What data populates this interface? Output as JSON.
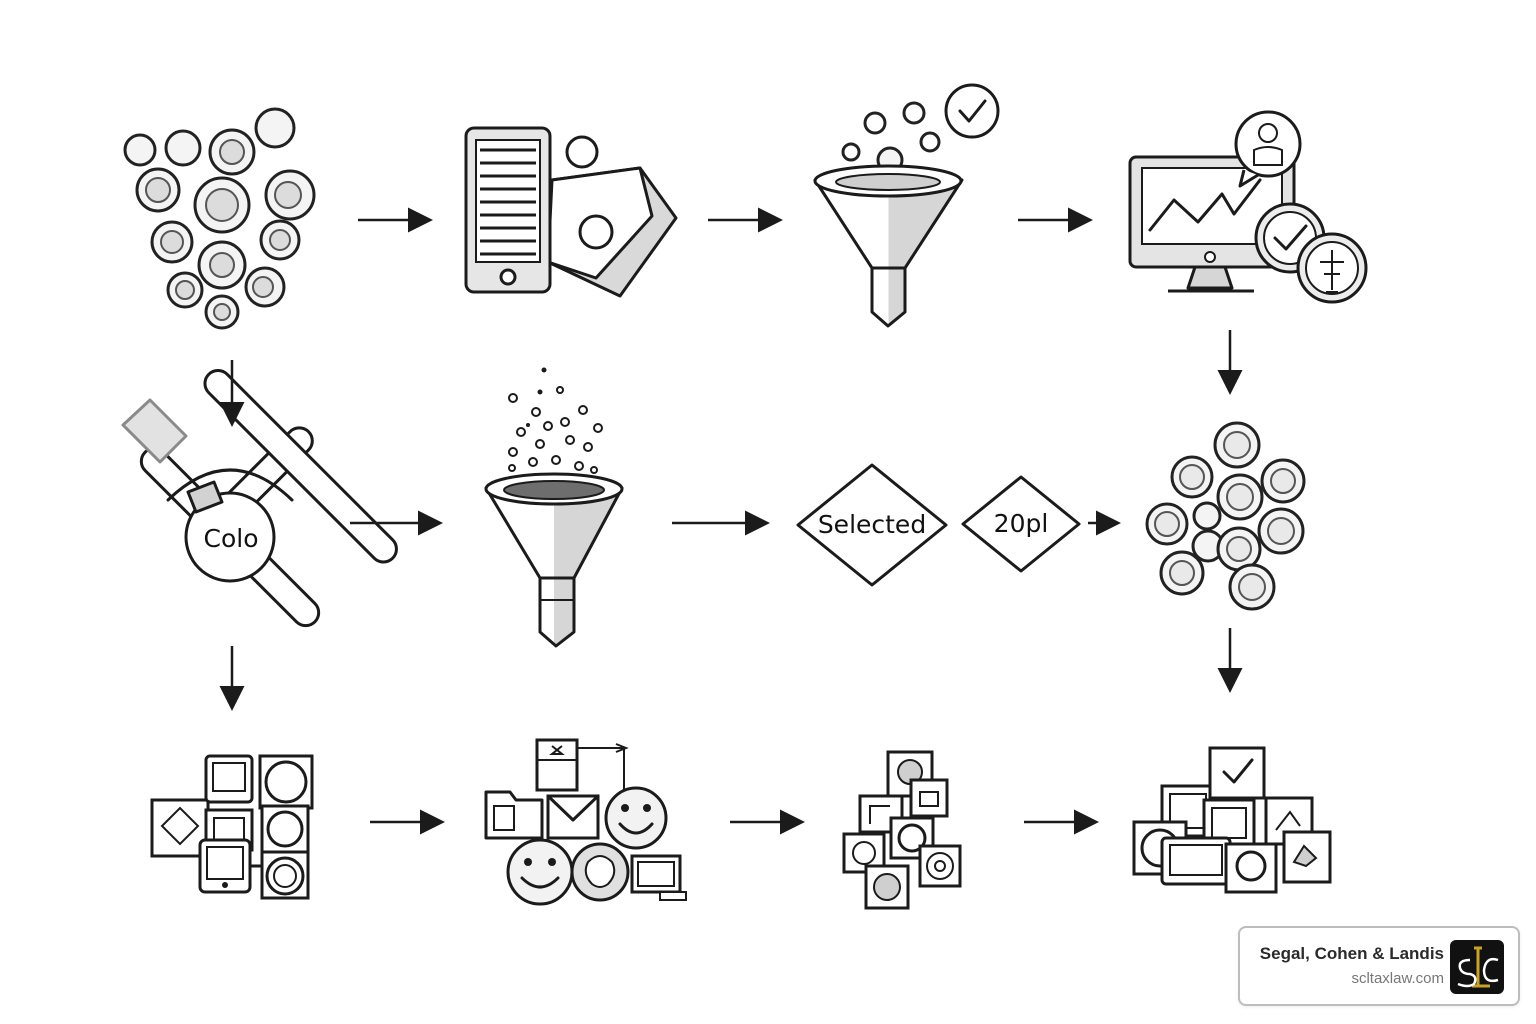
{
  "nodes": {
    "color_tool_label": "Colo",
    "selected_label": "Selected",
    "amount_label": "20pl"
  },
  "badge": {
    "name": "Segal, Cohen & Landis",
    "url": "scltaxlaw.com",
    "logo_text": "SCL"
  },
  "colors": {
    "ink": "#1b1b1b",
    "fill_light": "#f4f4f4",
    "fill_mid": "#dcdcdc",
    "logo_bg": "#111111",
    "logo_gold": "#c9a227"
  },
  "icons": [
    "bubble-cluster-icon",
    "server-icon",
    "funnel-icon",
    "monitor-chart-icon",
    "crossed-tools-icon",
    "funnel-particles-icon",
    "decision-diamond-icon",
    "sphere-cluster-icon",
    "device-collage-icon",
    "app-collage-icon",
    "tile-collage-icon",
    "frame-collage-icon",
    "arrow-icon"
  ]
}
